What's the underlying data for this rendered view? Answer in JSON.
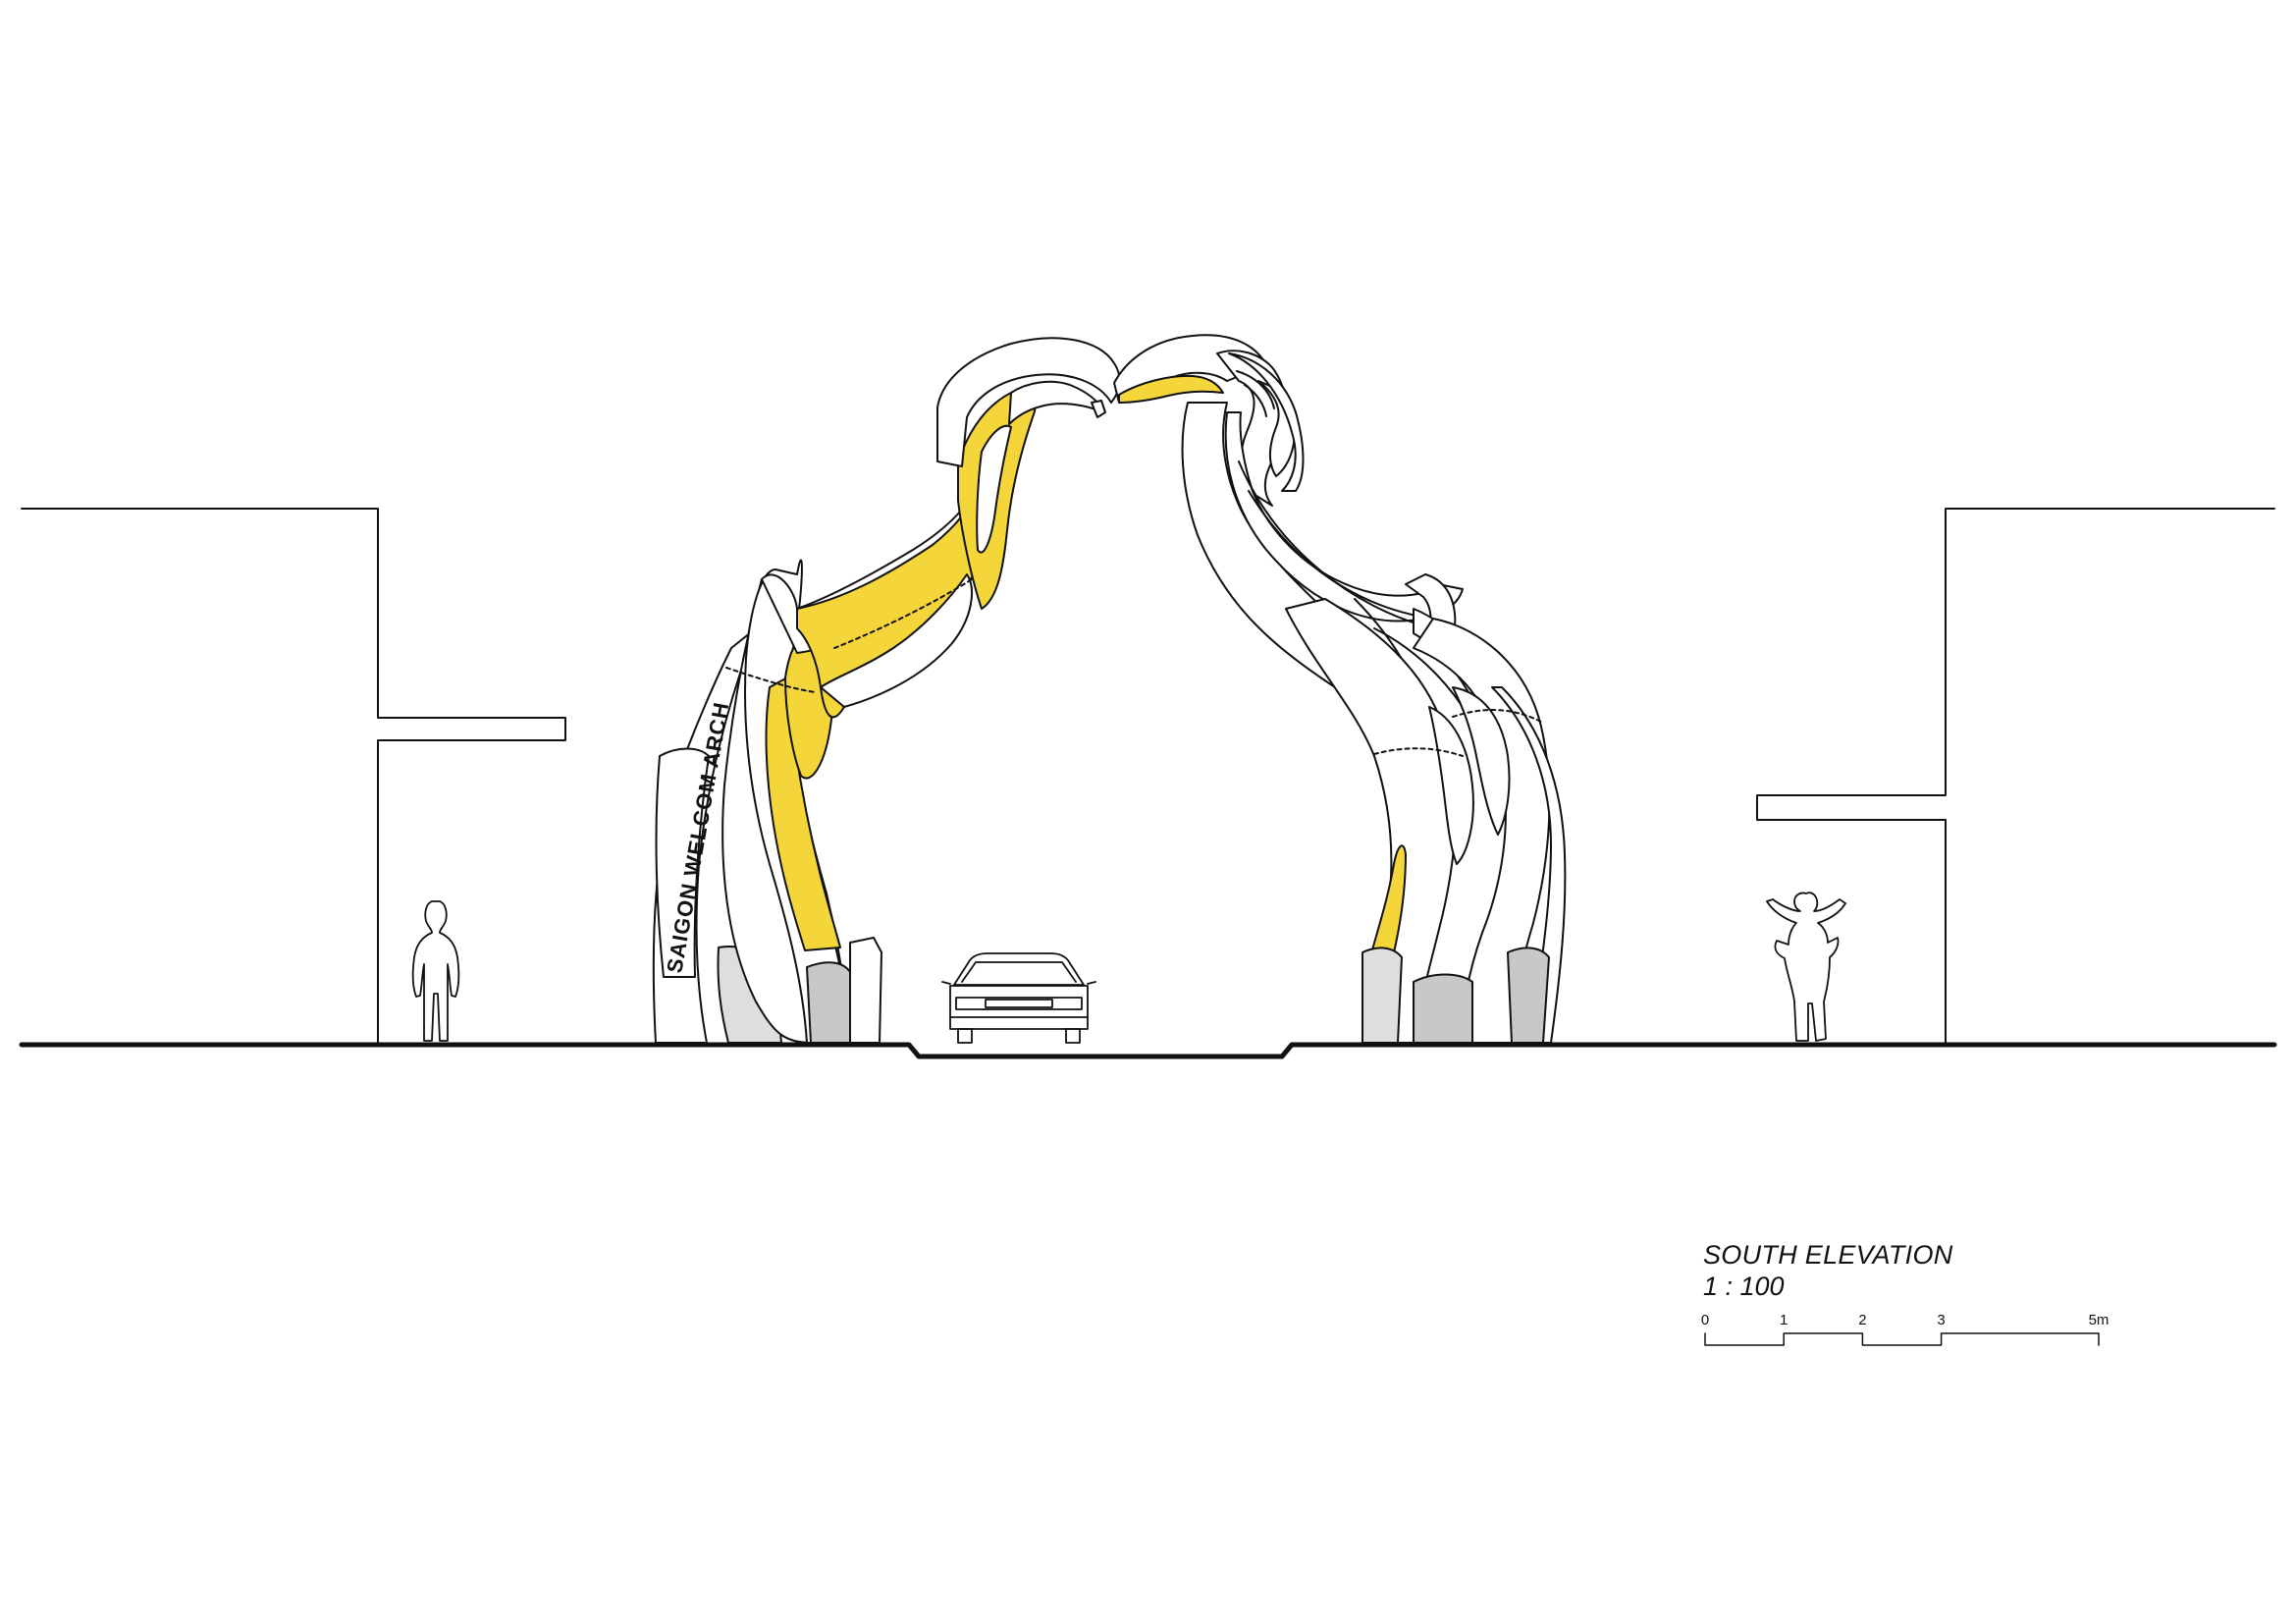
{
  "drawing": {
    "title": "SOUTH ELEVATION",
    "scale": "1 : 100",
    "arch_text": "SAIGON WELCOM ARCH",
    "scale_bar": {
      "labels": [
        "0",
        "1",
        "2",
        "3",
        "5m"
      ],
      "values": [
        0,
        1,
        2,
        3,
        5
      ]
    }
  },
  "colors": {
    "line": "#111111",
    "accent_yellow": "#f4d63a",
    "shade_grey": "#c8c8c8",
    "light_grey": "#dedede",
    "background": "#ffffff"
  }
}
